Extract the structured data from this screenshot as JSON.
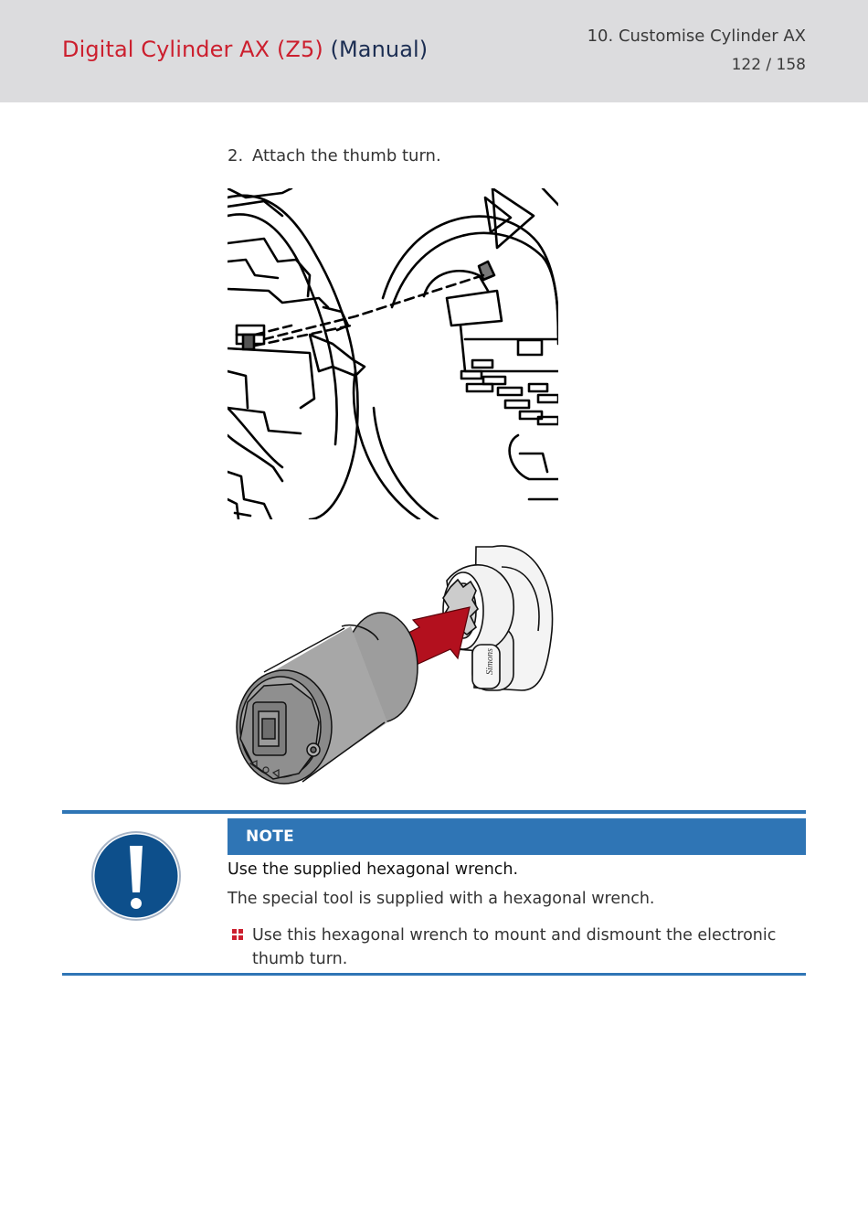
{
  "header": {
    "doc_title_main": "Digital Cylinder AX (Z5)",
    "doc_title_suffix": "(Manual)",
    "section": "10. Customise Cylinder AX",
    "page": "122 / 158"
  },
  "step": {
    "number": "2.",
    "text": "Attach the thumb turn."
  },
  "figures": {
    "cylinder_brand": "Simons"
  },
  "note": {
    "label": "NOTE",
    "heading": "Use the supplied hexagonal wrench.",
    "text": "The special tool is supplied with a hexagonal wrench.",
    "bullet": "Use this hexagonal wrench to mount and dismount the electronic thumb turn.",
    "icon": "exclamation-icon"
  },
  "colors": {
    "brand_red": "#cc1f2e",
    "brand_blue": "#1b2d52",
    "note_blue": "#2f75b5",
    "header_grey": "#dcdcde",
    "arrow_red": "#b3101e"
  }
}
